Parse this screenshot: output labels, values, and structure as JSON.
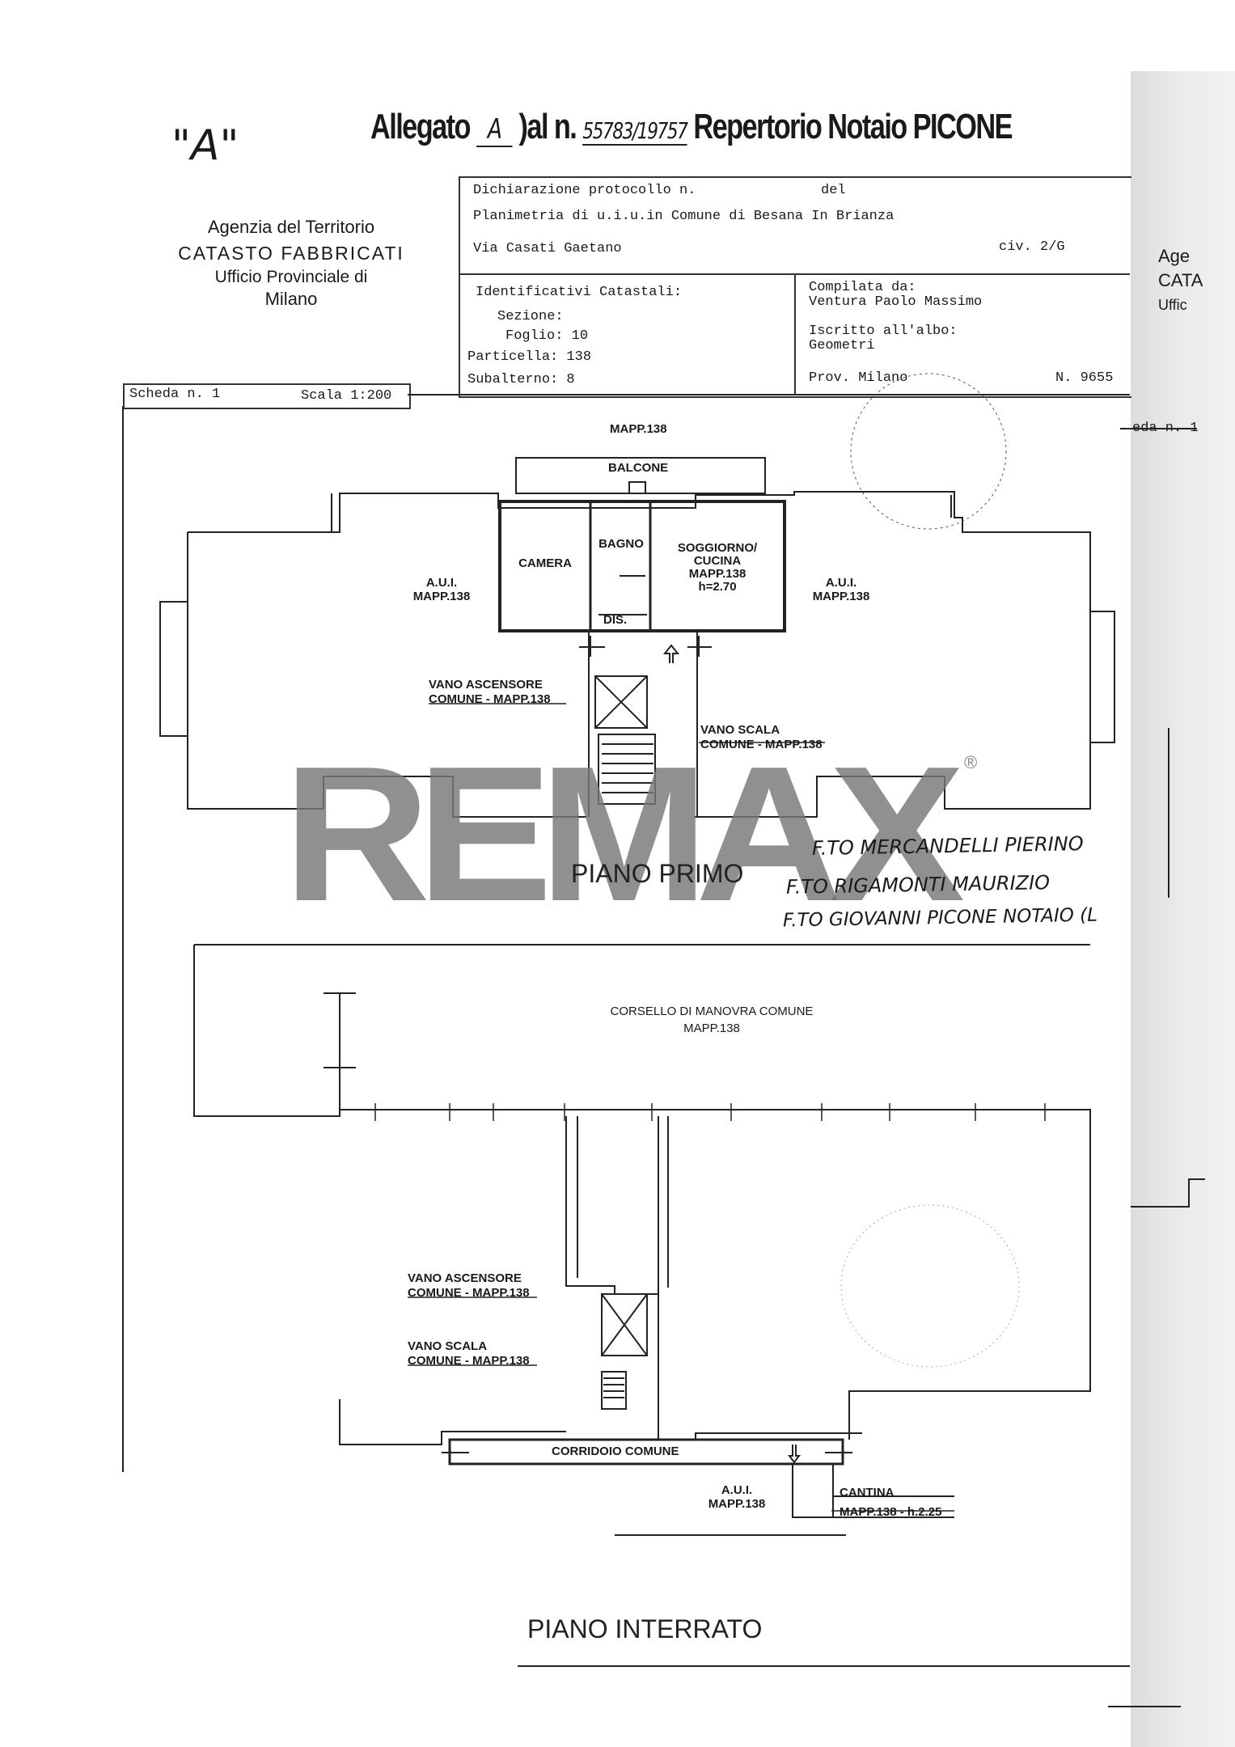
{
  "header": {
    "corner_mark": "\"A\"",
    "title_prefix": "Allegato",
    "title_letter": "A",
    "title_mid": ")al n.",
    "title_number": "55783/19757",
    "title_suffix": "Repertorio Notaio PICONE"
  },
  "agency": {
    "line1": "Agenzia del Territorio",
    "line2": "CATASTO FABBRICATI",
    "line3": "Ufficio Provinciale di",
    "line4": "Milano"
  },
  "agency_cut": {
    "line1": "Age",
    "line2": "CATA",
    "line3": "Uffic"
  },
  "form": {
    "protocol": "Dichiarazione protocollo n.",
    "protocol_del": "del",
    "planimetria": "Planimetria di u.i.u.in Comune di Besana In Brianza",
    "via": "Via Casati Gaetano",
    "civ": "civ. 2/G",
    "identificativi": "Identificativi Catastali:",
    "sezione": "Sezione:",
    "foglio": "Foglio: 10",
    "particella": "Particella: 138",
    "subalterno": "Subalterno: 8",
    "compilata": "Compilata da:",
    "compiler": "Ventura Paolo Massimo",
    "iscritto": "Iscritto all'albo:",
    "geometri": "Geometri",
    "prov": "Prov. Milano",
    "number": "N. 9655"
  },
  "scheda": {
    "label": "Scheda n. 1",
    "scale": "Scala 1:200",
    "cut": "eda n. 1"
  },
  "piano_primo": {
    "mapp_top": "MAPP.138",
    "balcone": "BALCONE",
    "camera": "CAMERA",
    "bagno": "BAGNO",
    "soggiorno1": "SOGGIORNO/",
    "soggiorno2": "CUCINA",
    "soggiorno3": "MAPP.138",
    "soggiorno4": "h=2.70",
    "dis": "DIS.",
    "aui_left1": "A.U.I.",
    "aui_left2": "MAPP.138",
    "aui_right1": "A.U.I.",
    "aui_right2": "MAPP.138",
    "ascensore1": "VANO ASCENSORE",
    "ascensore2": "COMUNE - MAPP.138",
    "scala1": "VANO SCALA",
    "scala2": "COMUNE - MAPP.138",
    "title": "PIANO PRIMO"
  },
  "watermark": {
    "text": "REMAX",
    "reg": "®"
  },
  "signatures": {
    "line1": "F.TO MERCANDELLI PIERINO",
    "line2": "F.TO RIGAMONTI MAURIZIO",
    "line3": "F.TO GIOVANNI PICONE NOTAIO (L"
  },
  "piano_interrato": {
    "corsello1": "CORSELLO DI MANOVRA COMUNE",
    "corsello2": "MAPP.138",
    "ascensore1": "VANO ASCENSORE",
    "ascensore2": "COMUNE - MAPP.138",
    "scala1": "VANO SCALA",
    "scala2": "COMUNE - MAPP.138",
    "corridoio": "CORRIDOIO COMUNE",
    "aui1": "A.U.I.",
    "aui2": "MAPP.138",
    "cantina1": "CANTINA",
    "cantina2": "MAPP.138 - h.2.25",
    "title": "PIANO INTERRATO"
  }
}
